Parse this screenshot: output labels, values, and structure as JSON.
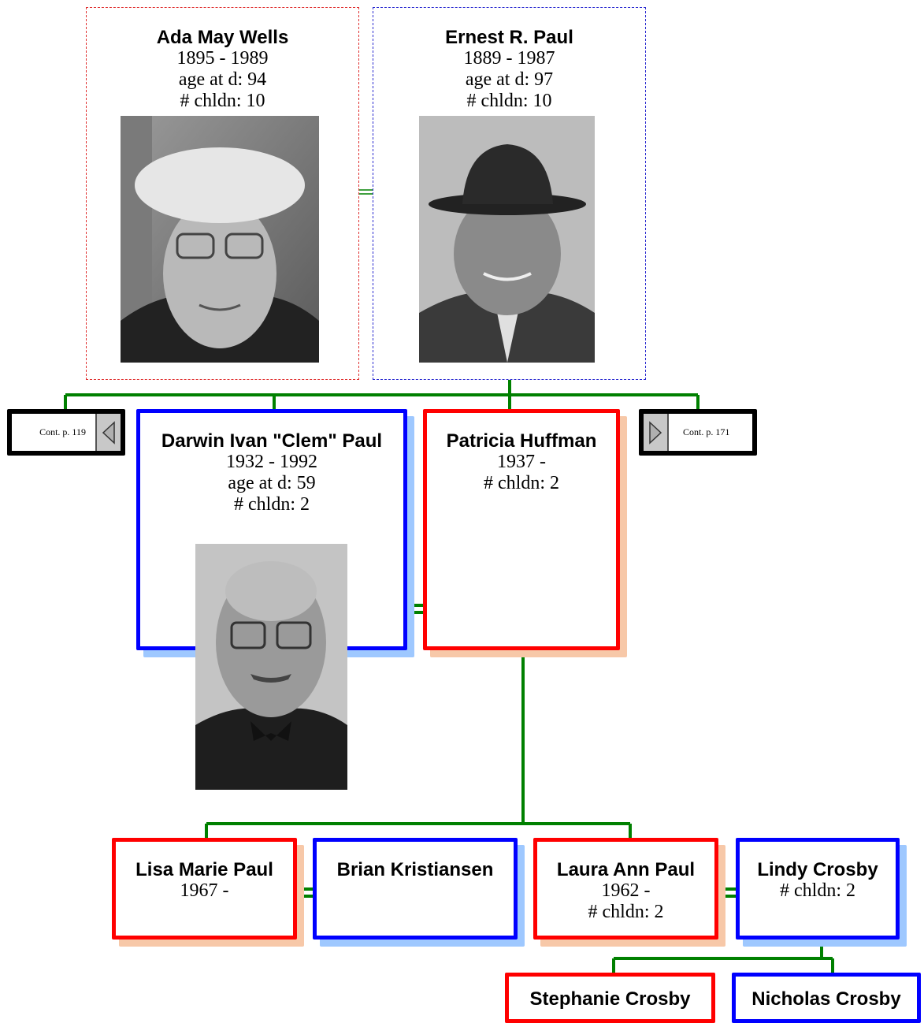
{
  "colors": {
    "female_border": "#ff0000",
    "male_border": "#0000ff",
    "female_shadow": "#f7c8a8",
    "male_shadow": "#9ec8ff",
    "connector": "#008000"
  },
  "grandparents": {
    "ada": {
      "name": "Ada May Wells",
      "dates": "1895 - 1989",
      "age": "age at d: 94",
      "children": "# chldn: 10"
    },
    "ernest": {
      "name": "Ernest R. Paul",
      "dates": "1889 - 1987",
      "age": "age at d: 97",
      "children": "# chldn: 10"
    }
  },
  "continuations": {
    "left": "Cont. p. 119",
    "right": "Cont. p. 171"
  },
  "parents": {
    "darwin": {
      "name": "Darwin Ivan \"Clem\" Paul",
      "dates": "1932 - 1992",
      "age": "age at d: 59",
      "children": "# chldn: 2"
    },
    "patricia": {
      "name": "Patricia Huffman",
      "dates": "1937 -",
      "children": "# chldn: 2"
    }
  },
  "children": {
    "lisa": {
      "name": "Lisa Marie Paul",
      "dates": "1967 -"
    },
    "brian": {
      "name": "Brian Kristiansen"
    },
    "laura": {
      "name": "Laura Ann Paul",
      "dates": "1962 -",
      "children": "# chldn: 2"
    },
    "lindy": {
      "name": "Lindy Crosby",
      "children": "# chldn: 2"
    }
  },
  "grandchildren": {
    "stephanie": {
      "name": "Stephanie Crosby"
    },
    "nicholas": {
      "name": "Nicholas Crosby"
    }
  }
}
